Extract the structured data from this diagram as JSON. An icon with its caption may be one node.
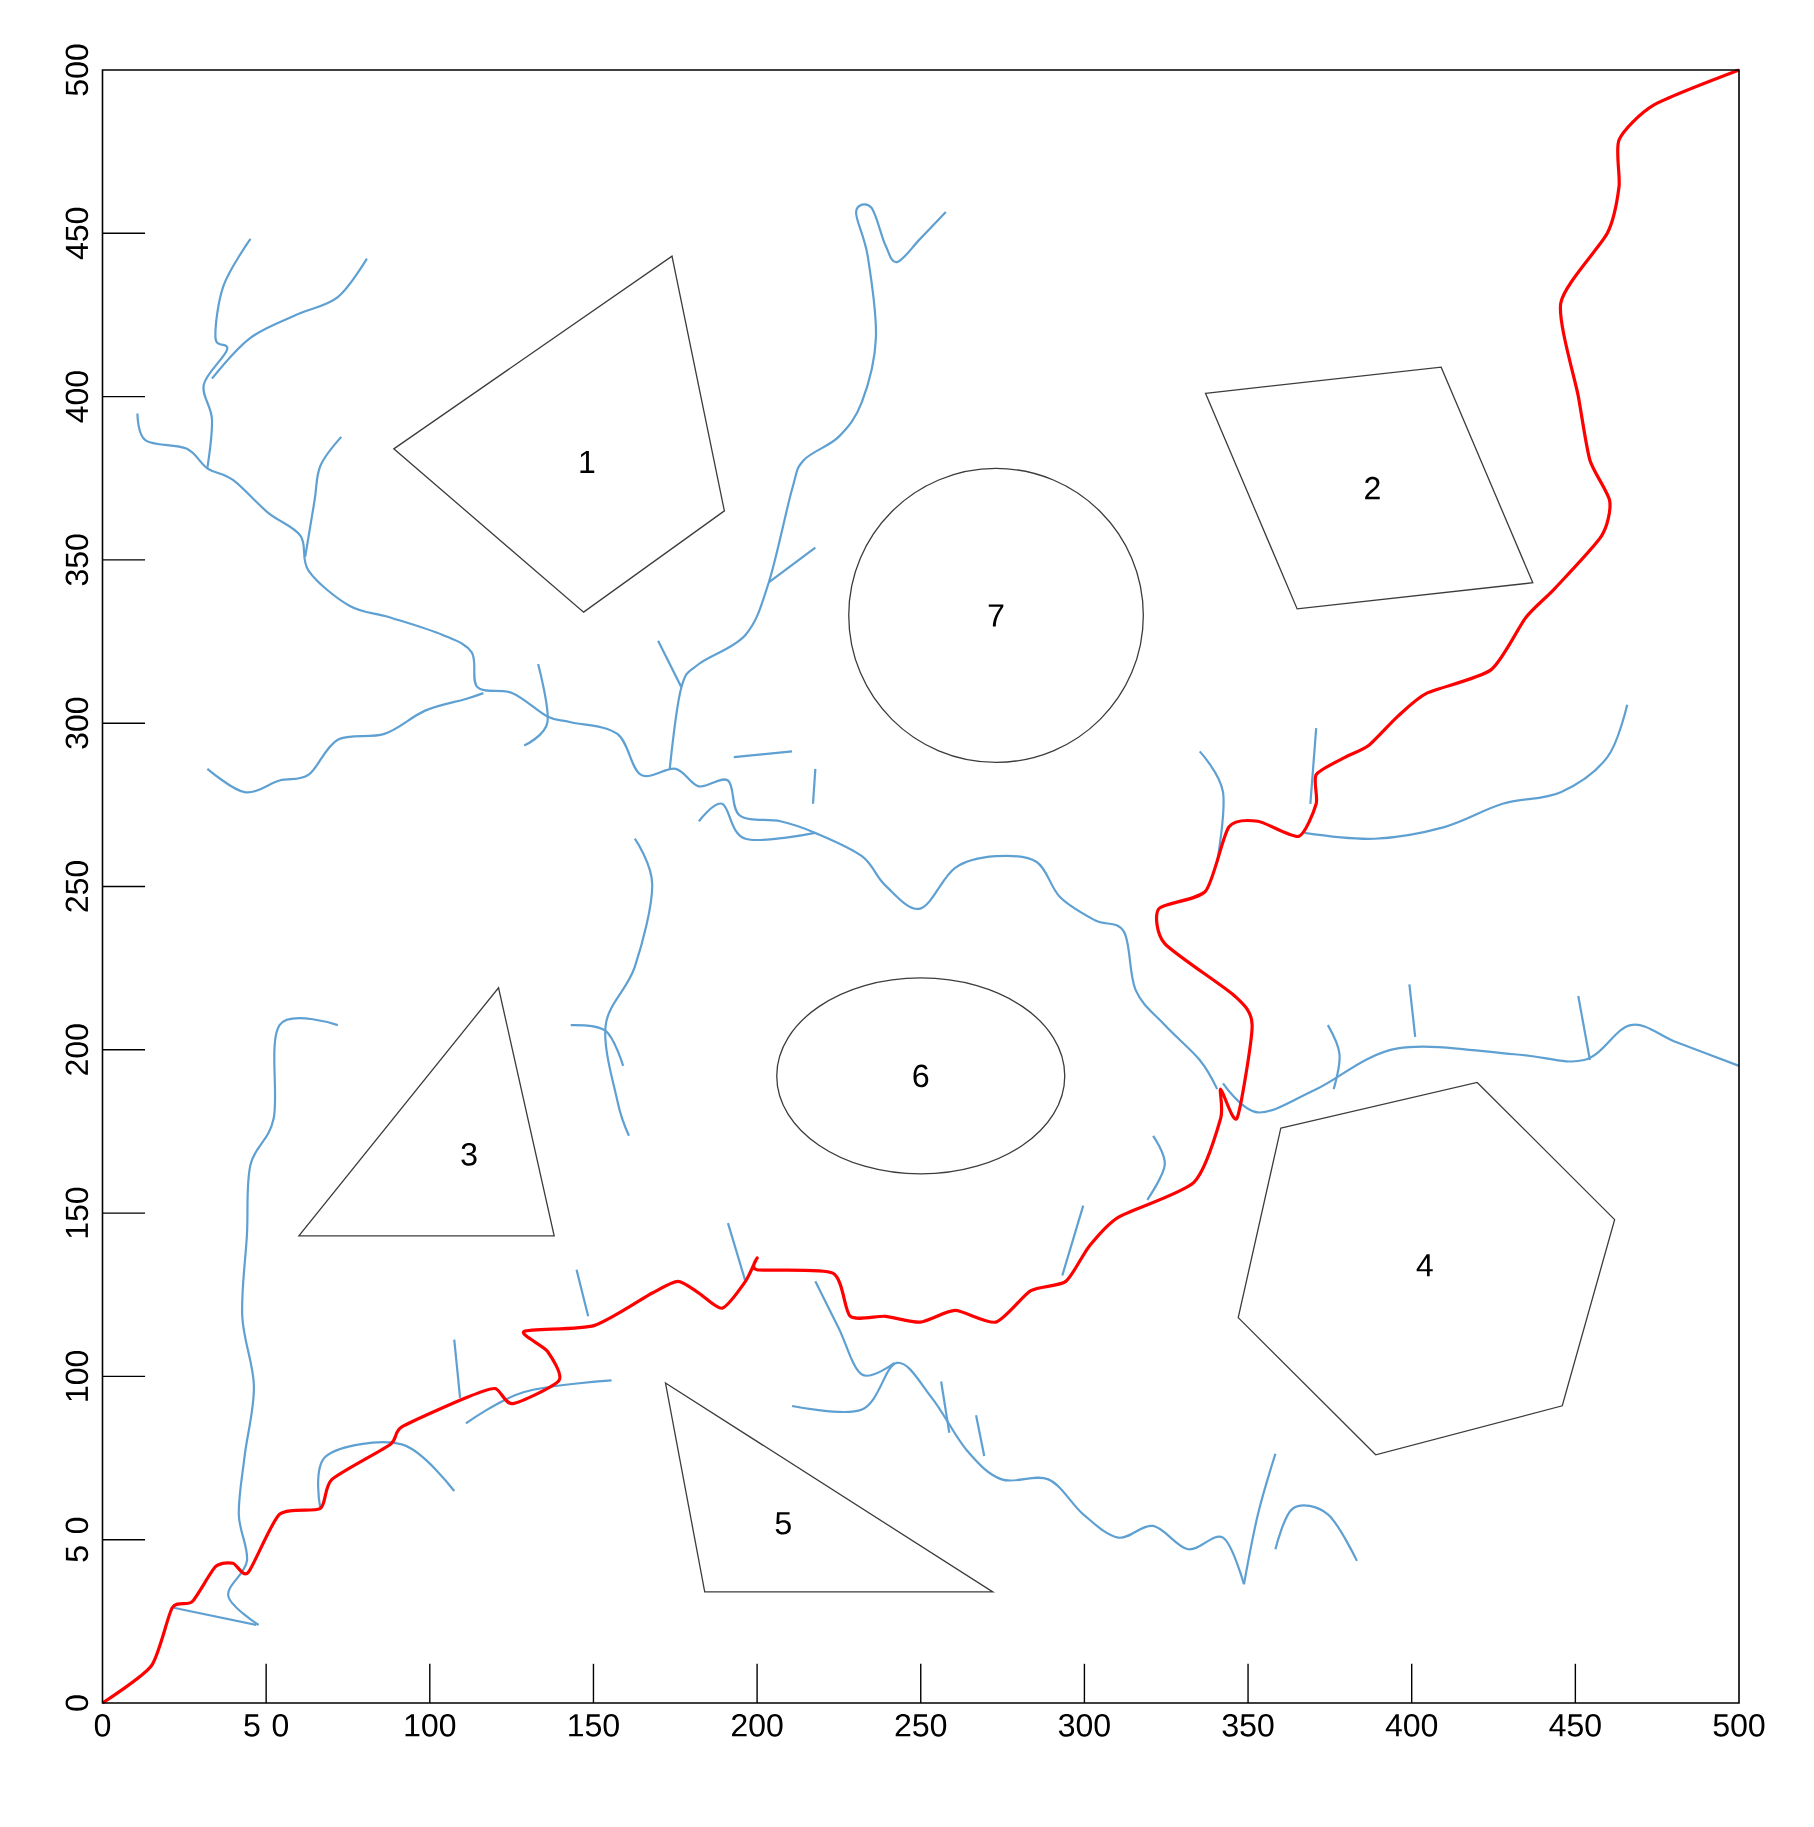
{
  "diagram": {
    "nodes": [
      {
        "text": [
          "1"
        ]
      },
      {
        "text": [
          "2"
        ]
      },
      {
        "text": [
          "3"
        ]
      },
      {
        "text": [
          "4"
        ]
      },
      {
        "text": [
          "5"
        ]
      },
      {
        "text": [
          "6"
        ]
      },
      {
        "text": [
          "7"
        ]
      }
    ],
    "labels": [
      "0",
      "5 0",
      "100",
      "150",
      "200",
      "250",
      "300",
      "350",
      "400",
      "450",
      "500",
      "0",
      "5 0",
      "100",
      "150",
      "200",
      "250",
      "300",
      "350",
      "400",
      "450",
      "500"
    ]
  }
}
